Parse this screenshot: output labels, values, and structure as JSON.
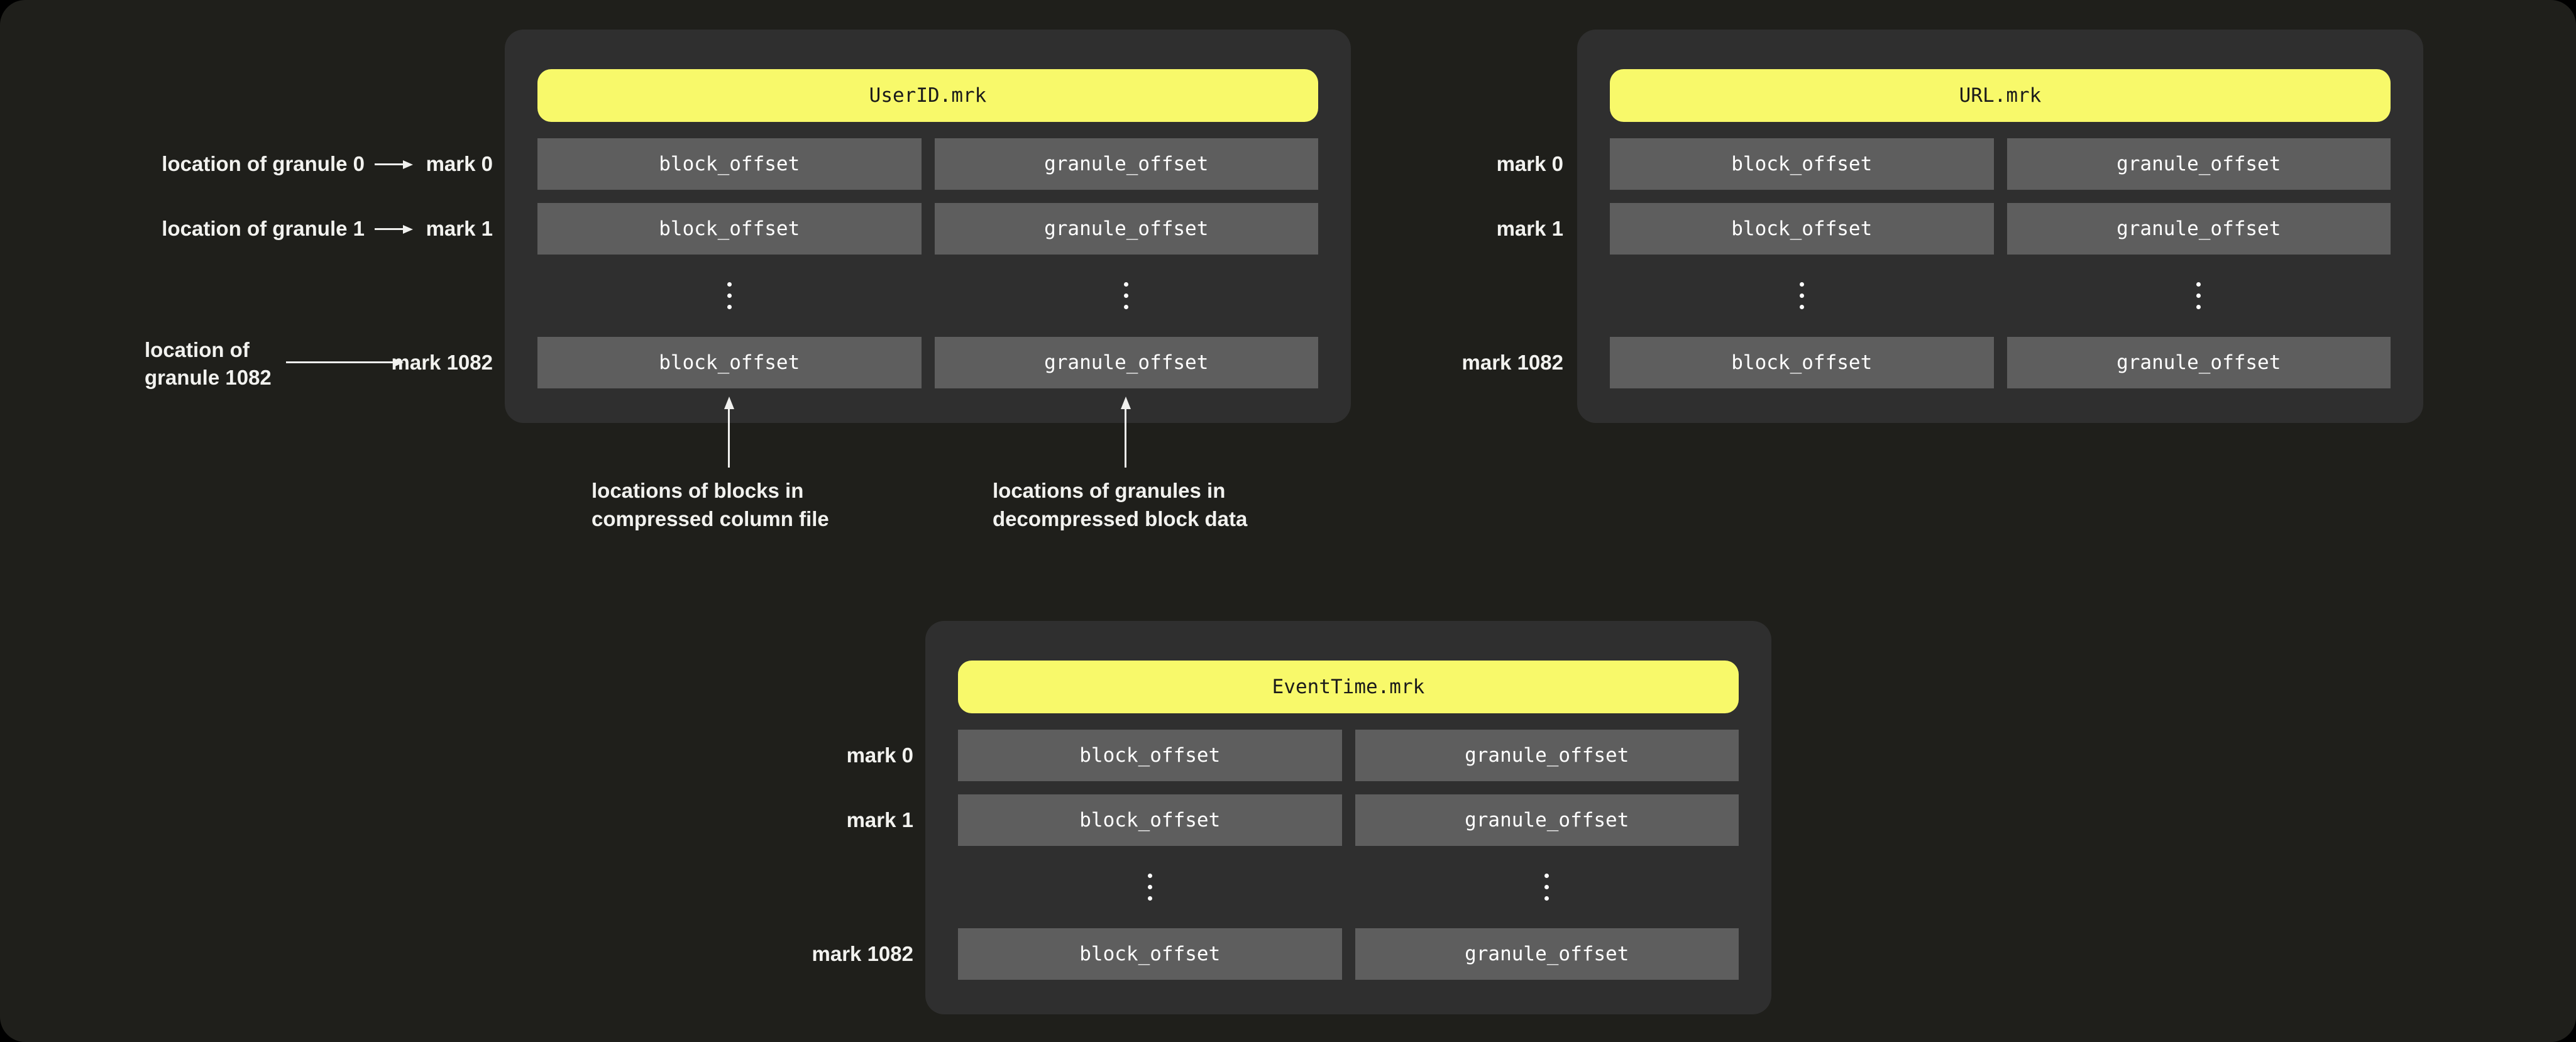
{
  "colors": {
    "outer_background": "#000000",
    "page_background": "#1f1f1b",
    "panel_background": "#2f2f2f",
    "header_background": "#f8f96a",
    "header_text": "#1b1b1b",
    "cell_background": "#5e5e5e",
    "cell_text": "#ffffff",
    "label_text": "#f2f2ef",
    "arrow": "#f0f0ee"
  },
  "icons": {
    "vertical_ellipsis": "vertical-ellipsis",
    "arrow_right": "arrow-right",
    "arrow_up": "arrow-up"
  },
  "panels": [
    {
      "title": "UserID.mrk",
      "cell_labels": {
        "block": "block_offset",
        "granule": "granule_offset"
      },
      "row_labels": [
        "mark 0",
        "mark 1",
        "mark 1082"
      ]
    },
    {
      "title": "URL.mrk",
      "cell_labels": {
        "block": "block_offset",
        "granule": "granule_offset"
      },
      "row_labels": [
        "mark 0",
        "mark 1",
        "mark 1082"
      ]
    },
    {
      "title": "EventTime.mrk",
      "cell_labels": {
        "block": "block_offset",
        "granule": "granule_offset"
      },
      "row_labels": [
        "mark 0",
        "mark 1",
        "mark 1082"
      ]
    }
  ],
  "left_annotations": {
    "granule0": "location of granule 0",
    "granule1": "location of granule 1",
    "granule1082_line1": "location of",
    "granule1082_line2": "granule 1082"
  },
  "bottom_annotations": {
    "blocks_line1": "locations of blocks in",
    "blocks_line2": "compressed column file",
    "granules_line1": "locations of granules in",
    "granules_line2": "decompressed block data"
  }
}
